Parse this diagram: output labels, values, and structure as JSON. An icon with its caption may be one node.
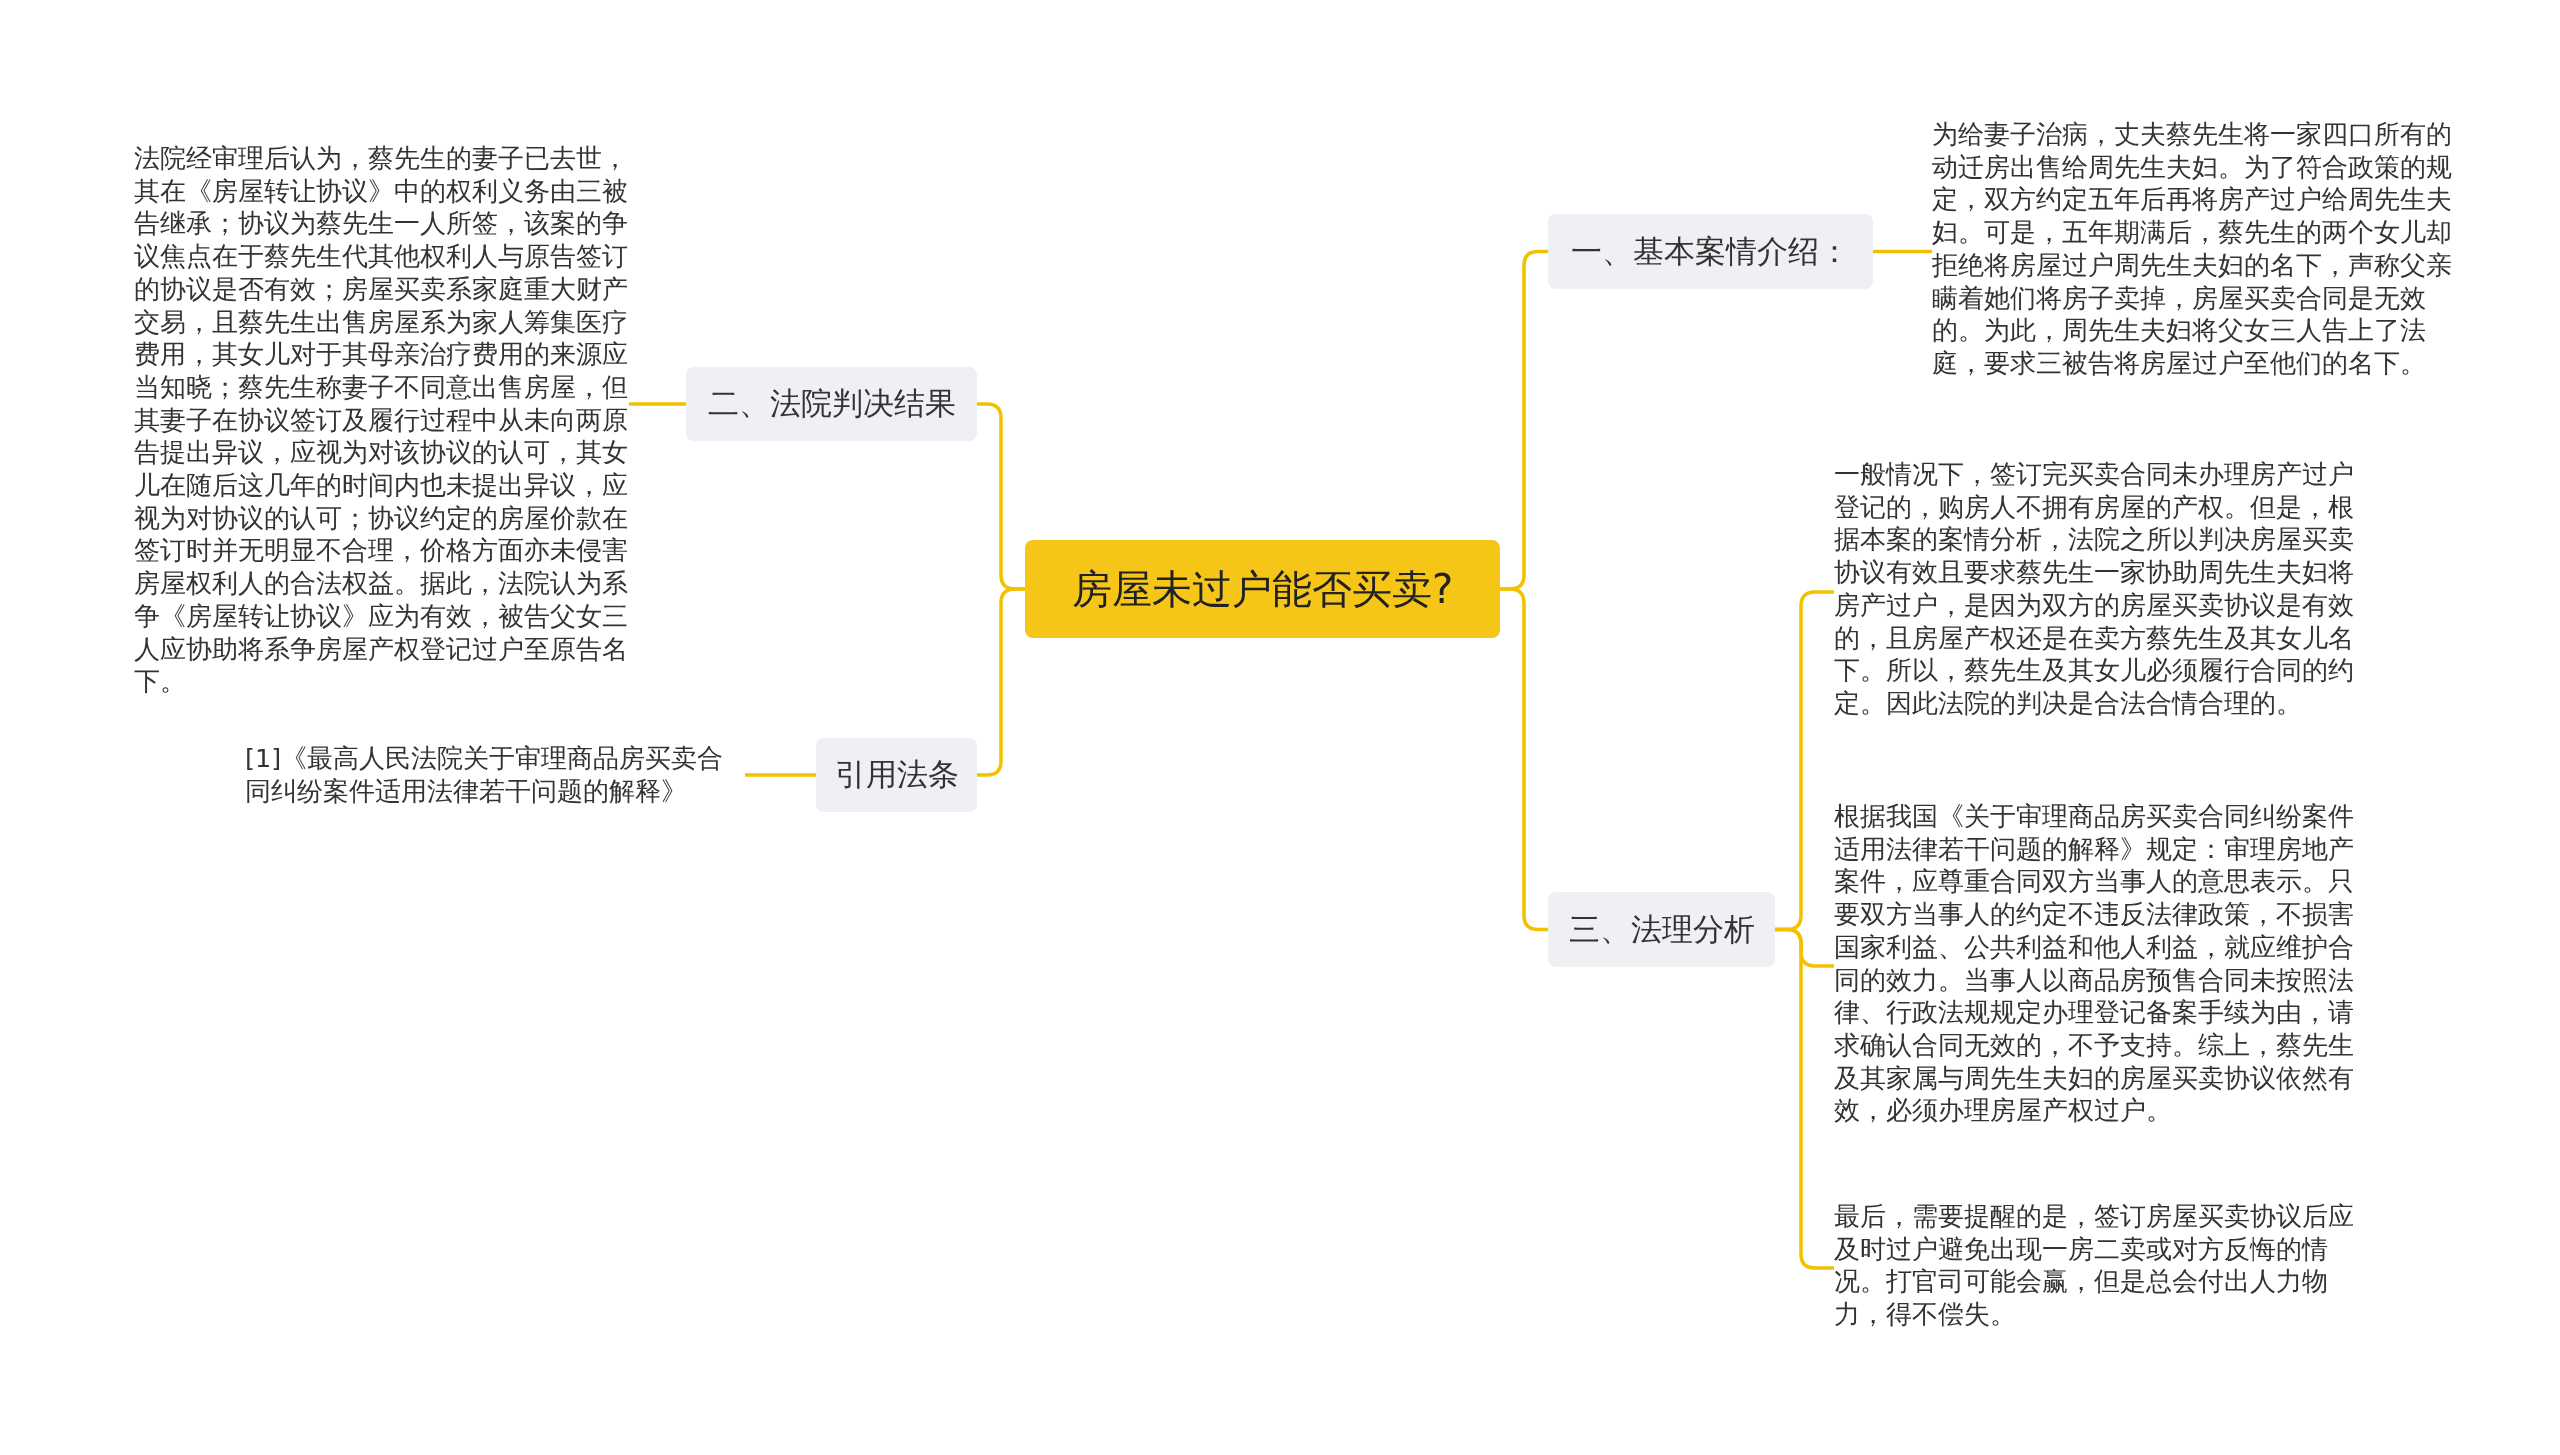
{
  "diagram": {
    "nodes": [
      {
        "text": [
          "房屋未过户能否买卖?"
        ]
      },
      {
        "text": [
          "一、基本案情介绍："
        ]
      },
      {
        "text": [
          "为给妻子治病，丈夫蔡先生将一家四口所有的动迁房出售给周先生夫妇。为了符合政策的规定，双方约定五年后再将房产过户给周先生夫妇。可是，五年期满后，蔡先生的两个女儿却拒绝将房屋过户周先生夫妇的名下，声称父亲瞒着她们将房子卖掉，房屋买卖合同是无效的。为此，周先生夫妇将父女三人告上了法庭，要求三被告将房屋过户至他们的名下。"
        ]
      },
      {
        "text": [
          "二、法院判决结果"
        ]
      },
      {
        "text": [
          "法院经审理后认为，蔡先生的妻子已去世，其在《房屋转让协议》中的权利义务由三被告继承；协议为蔡先生一人所签，该案的争议焦点在于蔡先生代其他权利人与原告签订的协议是否有效；房屋买卖系家庭重大财产交易，且蔡先生出售房屋系为家人筹集医疗费用，其女儿对于其母亲治疗费用的来源应当知晓；蔡先生称妻子不同意出售房屋，但其妻子在协议签订及履行过程中从未向两原告提出异议，应视为对该协议的认可，其女儿在随后这几年的时间内也未提出异议，应视为对协议的认可；协议约定的房屋价款在签订时并无明显不合理，价格方面亦未侵害房屋权利人的合法权益。据此，法院认为系争《房屋转让协议》应为有效，被告父女三人应协助将系争房屋产权登记过户至原告名下。"
        ]
      },
      {
        "text": [
          "引用法条"
        ]
      },
      {
        "text": [
          "[1]《最高人民法院关于审理商品房买卖合同纠纷案件适用法律若干问题的解释》"
        ]
      },
      {
        "text": [
          "三、法理分析"
        ]
      },
      {
        "text": [
          "一般情况下，签订完买卖合同未办理房产过户登记的，购房人不拥有房屋的产权。但是，根据本案的案情分析，法院之所以判决房屋买卖协议有效且要求蔡先生一家协助周先生夫妇将房产过户，是因为双方的房屋买卖协议是有效的，且房屋产权还是在卖方蔡先生及其女儿名下。所以，蔡先生及其女儿必须履行合同的约定。因此法院的判决是合法合情合理的。"
        ]
      },
      {
        "text": [
          "根据我国《关于审理商品房买卖合同纠纷案件适用法律若干问题的解释》规定：审理房地产案件，应尊重合同双方当事人的意思表示。只要双方当事人的约定不违反法律政策，不损害国家利益、公共利益和他人利益，就应维护合同的效力。当事人以商品房预售合同未按照法律、行政法规规定办理登记备案手续为由，请求确认合同无效的，不予支持。综上，蔡先生及其家属与周先生夫妇的房屋买卖协议依然有效，必须办理房屋产权过户。"
        ]
      },
      {
        "text": [
          "最后，需要提醒的是，签订房屋买卖协议后应及时过户避免出现一房二卖或对方反悔的情况。打官司可能会赢，但是总会付出人力物力，得不偿失。"
        ]
      }
    ],
    "edges": [
      {
        "from": 0,
        "to": 1,
        "arrow": "none"
      },
      {
        "from": 1,
        "to": 2,
        "arrow": "none"
      },
      {
        "from": 0,
        "to": 3,
        "arrow": "none"
      },
      {
        "from": 3,
        "to": 4,
        "arrow": "none"
      },
      {
        "from": 0,
        "to": 5,
        "arrow": "none"
      },
      {
        "from": 5,
        "to": 6,
        "arrow": "none"
      },
      {
        "from": 0,
        "to": 7,
        "arrow": "none"
      },
      {
        "from": 7,
        "to": 8,
        "arrow": "none"
      },
      {
        "from": 7,
        "to": 9,
        "arrow": "none"
      },
      {
        "from": 7,
        "to": 10,
        "arrow": "none"
      }
    ]
  }
}
